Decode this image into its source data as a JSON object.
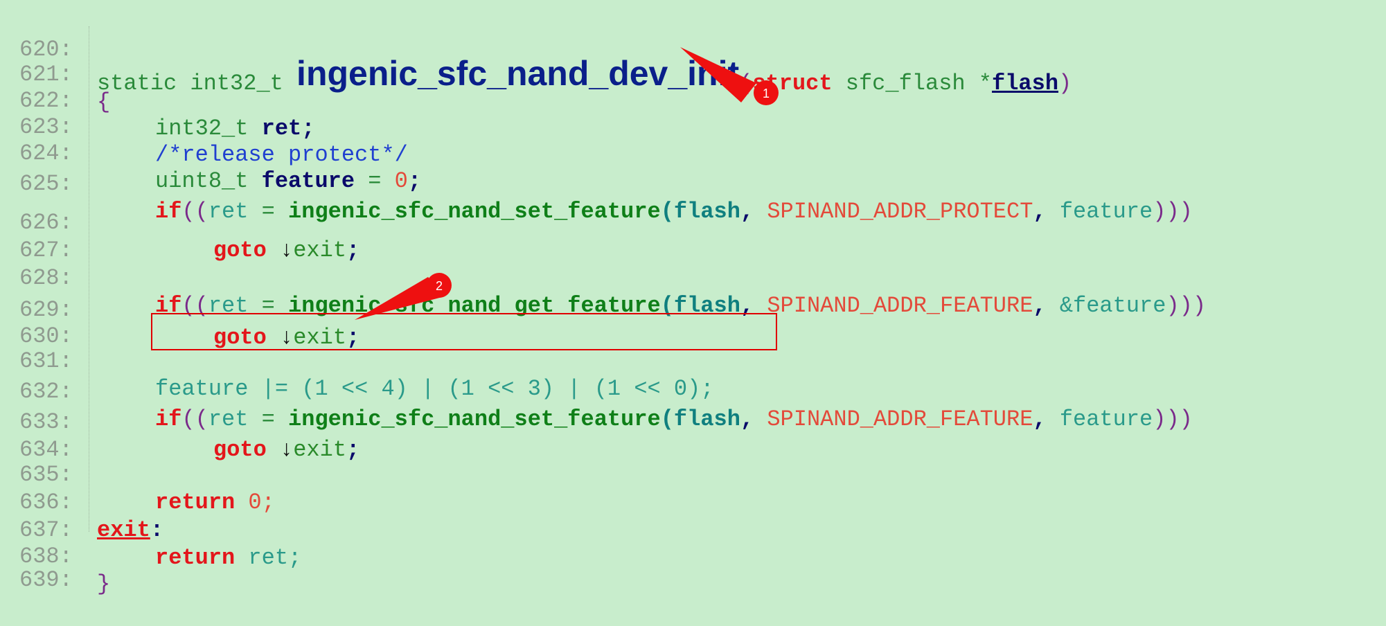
{
  "lines": {
    "l620": "620:",
    "l621": "621:",
    "l622": "622:",
    "l623": "623:",
    "l624": "624:",
    "l625": "625:",
    "l626": "626:",
    "l627": "627:",
    "l628": "628:",
    "l629": "629:",
    "l630": "630:",
    "l631": "631:",
    "l632": "632:",
    "l633": "633:",
    "l634": "634:",
    "l635": "635:",
    "l636": "636:",
    "l637": "637:",
    "l638": "638:",
    "l639": "639:"
  },
  "code": {
    "sig_static": "static int32_t ",
    "sig_fn": "ingenic_sfc_nand_dev_init",
    "sig_open": "(",
    "sig_struct": "struct",
    "sig_type": " sfc_flash *",
    "sig_param": "flash",
    "sig_close": ")",
    "brace_open": "{",
    "decl_ret_type": "int32_t ",
    "decl_ret_name": "ret",
    "semi": ";",
    "comment": "/*release protect*/",
    "decl_feat_type": "uint8_t ",
    "decl_feat_name": "feature",
    "decl_feat_rest": " = ",
    "zero": "0",
    "kw_if": "if",
    "paren_open2": "((",
    "ret_var": "ret",
    "assign": " = ",
    "fn_set": "ingenic_sfc_nand_set_feature",
    "fn_get": "ingenic_sfc_nand_get_feature",
    "open": "(",
    "flash": "flash",
    "comma": ", ",
    "addr_protect": "SPINAND_ADDR_PROTECT",
    "addr_feature": "SPINAND_ADDR_FEATURE",
    "feature_var": "feature",
    "amp_feature": "&feature",
    "close3": ")))",
    "kw_goto": "goto",
    "goto_arrow": " ↓",
    "exit_lbl": "exit",
    "feat_line": "feature |= (1 << 4) | (1 << 3) | (1 << 0);",
    "kw_return": "return",
    "ret_zero": " 0;",
    "exit_label": "exit",
    "colon": ":",
    "ret_ret": " ret;",
    "brace_close": "}"
  },
  "callouts": {
    "one": "1",
    "two": "2"
  },
  "colors": {
    "background": "#c8edcc",
    "keyword": "#e3161b",
    "function": "#0f7f18",
    "highlight_box": "#e00000",
    "callout": "#ee1010"
  }
}
